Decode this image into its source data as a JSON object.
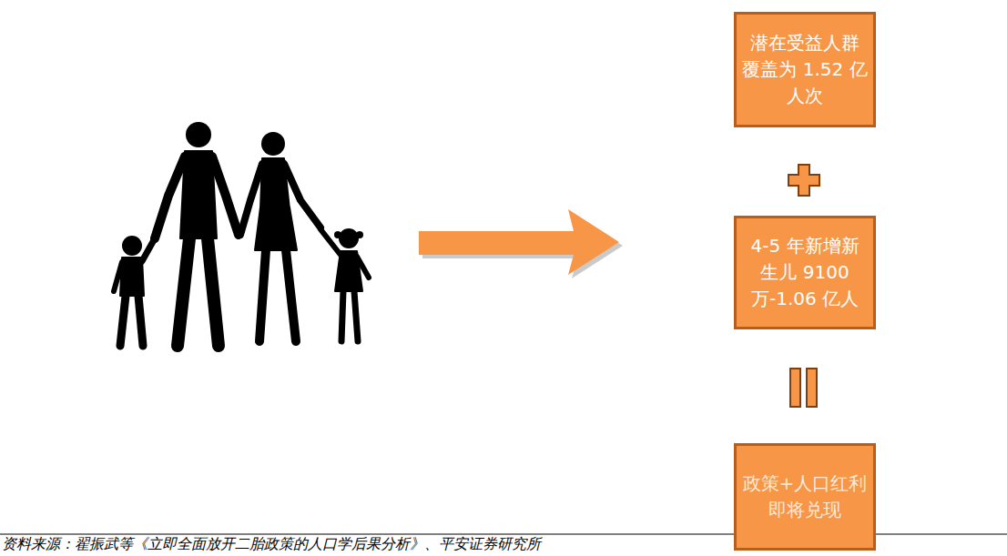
{
  "diagram": {
    "caption": "资料来源：翟振武等《立即全面放开二胎政策的人口学后果分析》、平安证券研究所",
    "nodes": [
      {
        "text": [
          "潜在受益人群覆盖为 1.52 亿人次"
        ]
      },
      {
        "text": [
          "4-5 年新增新生儿 9100 万-1.06 亿人"
        ]
      },
      {
        "text": [
          "政策+人口红利即将兑现"
        ]
      }
    ]
  }
}
